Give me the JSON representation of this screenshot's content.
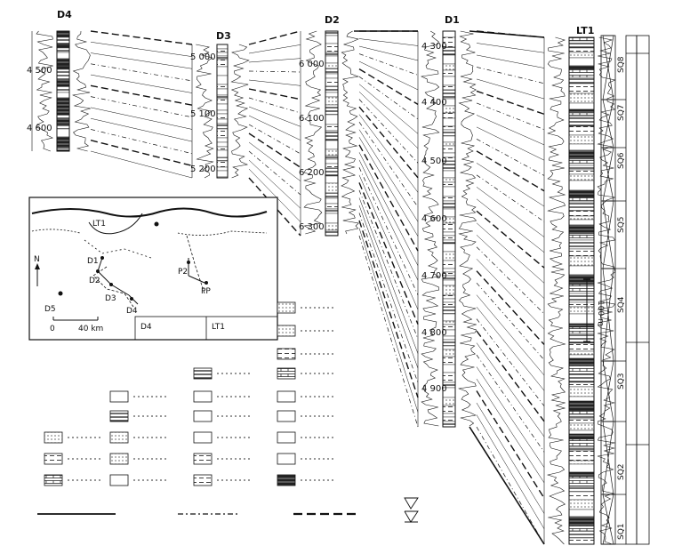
{
  "wells": [
    {
      "name": "D4",
      "depth_ticks": [
        "4 500",
        "4 600"
      ]
    },
    {
      "name": "D3",
      "depth_ticks": [
        "5 000",
        "5 100",
        "5 200"
      ]
    },
    {
      "name": "D2",
      "depth_ticks": [
        "6 000",
        "6 100",
        "6 200",
        "6 300"
      ]
    },
    {
      "name": "D1",
      "depth_ticks": [
        "4 300",
        "4 400",
        "4 500",
        "4 600",
        "4 700",
        "4 800",
        "4 900"
      ]
    },
    {
      "name": "LT1",
      "depth_ticks": []
    }
  ],
  "map": {
    "wells": [
      "D5",
      "D4",
      "D3",
      "D2",
      "D1",
      "LT1",
      "P2",
      "PP"
    ],
    "scale_start": "0",
    "scale_end": "40 km",
    "north": "N",
    "legend_well": "D4",
    "legend_section": "LT1"
  },
  "right_columns": {
    "sequences": [
      "SQ1",
      "SQ2",
      "SQ3",
      "SQ4",
      "SQ5",
      "SQ6",
      "SQ7",
      "SQ8"
    ],
    "scale_bar": "100 m"
  },
  "colors": {
    "ink": "#111111",
    "paper": "#ffffff"
  }
}
